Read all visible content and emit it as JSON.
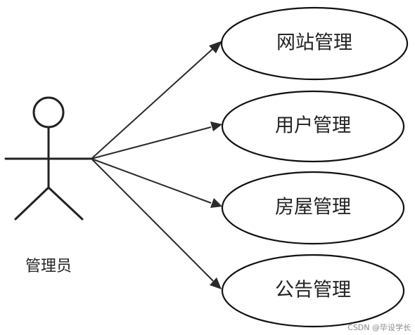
{
  "actor": {
    "label": "管理员"
  },
  "use_cases": [
    {
      "id": "website",
      "label": "网站管理"
    },
    {
      "id": "user",
      "label": "用户管理"
    },
    {
      "id": "house",
      "label": "房屋管理"
    },
    {
      "id": "notice",
      "label": "公告管理"
    }
  ],
  "watermark": {
    "text": "CSDN @毕设学长"
  },
  "colors": {
    "line": "#222222",
    "background": "#ffffff",
    "watermark": "#8a8a8a"
  }
}
